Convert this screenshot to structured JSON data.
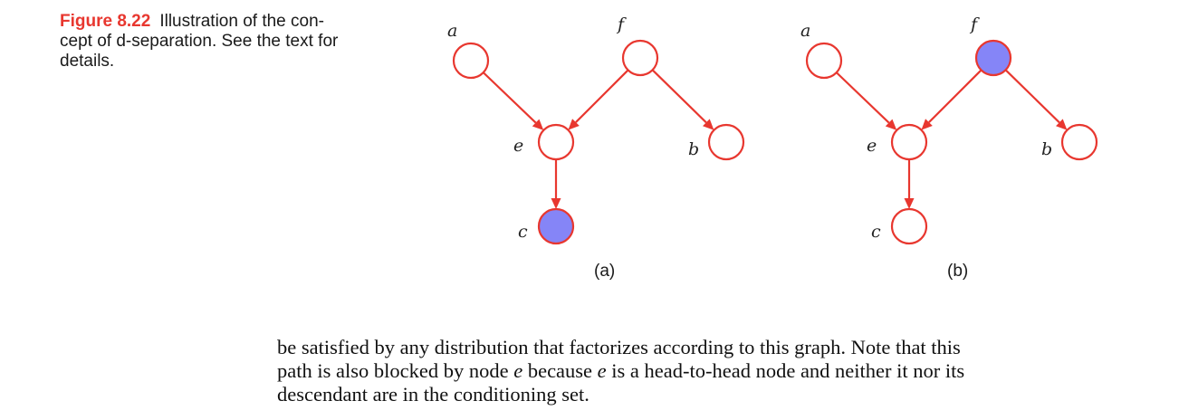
{
  "caption": {
    "figure_label": "Figure 8.22",
    "lines": [
      "Illustration of the con-",
      "cept of d-separation. See the text for",
      "details."
    ]
  },
  "graphs": [
    {
      "sublabel": "(a)",
      "nodes": [
        {
          "id": "a",
          "label": "a",
          "observed": false
        },
        {
          "id": "f",
          "label": "f",
          "observed": false
        },
        {
          "id": "e",
          "label": "e",
          "observed": false
        },
        {
          "id": "b",
          "label": "b",
          "observed": false
        },
        {
          "id": "c",
          "label": "c",
          "observed": true
        }
      ],
      "edges": [
        {
          "from": "a",
          "to": "e"
        },
        {
          "from": "f",
          "to": "e"
        },
        {
          "from": "f",
          "to": "b"
        },
        {
          "from": "e",
          "to": "c"
        }
      ]
    },
    {
      "sublabel": "(b)",
      "nodes": [
        {
          "id": "a",
          "label": "a",
          "observed": false
        },
        {
          "id": "f",
          "label": "f",
          "observed": true
        },
        {
          "id": "e",
          "label": "e",
          "observed": false
        },
        {
          "id": "b",
          "label": "b",
          "observed": false
        },
        {
          "id": "c",
          "label": "c",
          "observed": false
        }
      ],
      "edges": [
        {
          "from": "a",
          "to": "e"
        },
        {
          "from": "f",
          "to": "e"
        },
        {
          "from": "f",
          "to": "b"
        },
        {
          "from": "e",
          "to": "c"
        }
      ]
    }
  ],
  "body_text": {
    "lines": [
      "be satisfied by any distribution that factorizes according to this graph. Note that this",
      "path is also blocked by node <i>e</i> because <i>e</i> is a head-to-head node and neither it nor its",
      "descendant are in the conditioning set."
    ]
  }
}
